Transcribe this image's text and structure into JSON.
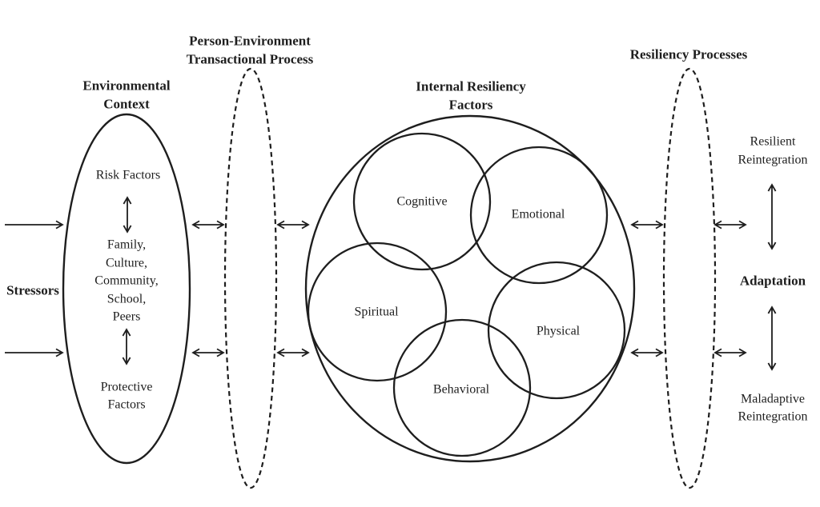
{
  "colors": {
    "ink": "#1e1e1e",
    "background": "#ffffff"
  },
  "stressors": {
    "label": "Stressors"
  },
  "environmental_context": {
    "title": [
      "Environmental",
      "Context"
    ],
    "risk_factors": "Risk Factors",
    "context_list": [
      "Family,",
      "Culture,",
      "Community,",
      "School,",
      "Peers"
    ],
    "protective_factors": [
      "Protective",
      "Factors"
    ]
  },
  "person_environment": {
    "title": [
      "Person-Environment",
      "Transactional Process"
    ]
  },
  "internal_resiliency": {
    "title": [
      "Internal Resiliency",
      "Factors"
    ],
    "factors": [
      "Cognitive",
      "Emotional",
      "Spiritual",
      "Physical",
      "Behavioral"
    ]
  },
  "resiliency_processes": {
    "title": "Resiliency Processes"
  },
  "outcomes": {
    "resilient_reintegration": [
      "Resilient",
      "Reintegration"
    ],
    "adaptation": "Adaptation",
    "maladaptive_reintegration": [
      "Maladaptive",
      "Reintegration"
    ]
  }
}
